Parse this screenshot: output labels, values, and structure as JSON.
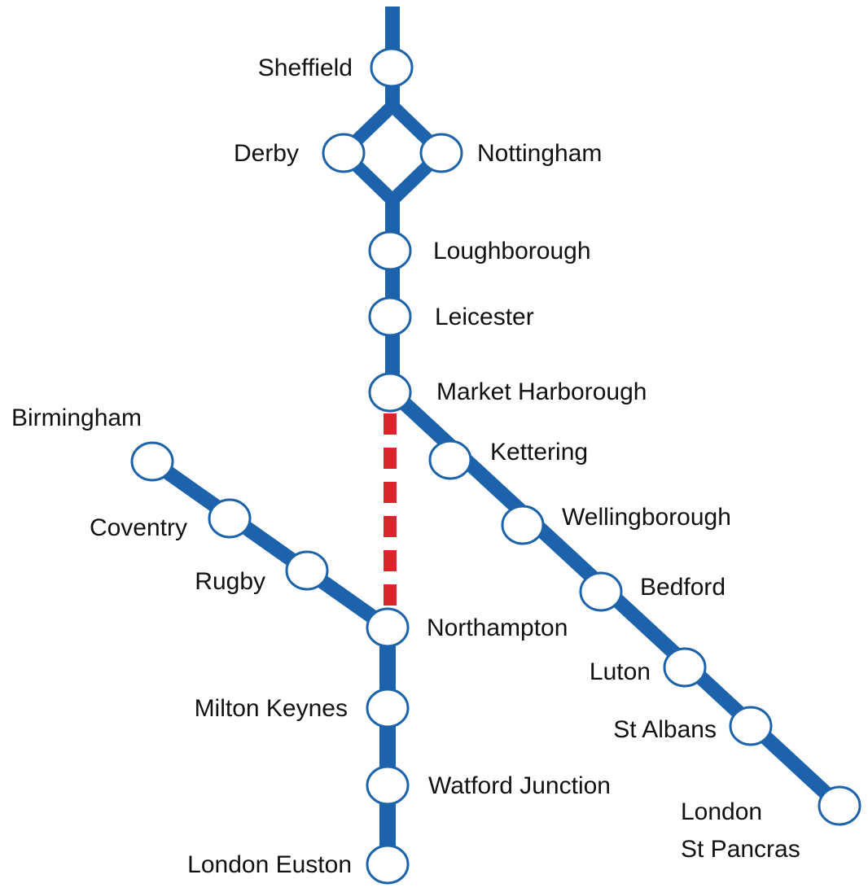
{
  "colors": {
    "line": "#1c63ab",
    "proposed_link": "#d8262c",
    "station_fill": "#ffffff",
    "background": "#ffffff"
  },
  "stations": {
    "sheffield": "Sheffield",
    "derby": "Derby",
    "nottingham": "Nottingham",
    "loughborough": "Loughborough",
    "leicester": "Leicester",
    "market_harborough": "Market Harborough",
    "kettering": "Kettering",
    "wellingborough": "Wellingborough",
    "bedford": "Bedford",
    "luton": "Luton",
    "st_albans": "St Albans",
    "london_st_pancras_line1": "London",
    "london_st_pancras_line2": "St Pancras",
    "birmingham": "Birmingham",
    "coventry": "Coventry",
    "rugby": "Rugby",
    "northampton": "Northampton",
    "milton_keynes": "Milton Keynes",
    "watford_junction": "Watford Junction",
    "london_euston": "London Euston"
  }
}
